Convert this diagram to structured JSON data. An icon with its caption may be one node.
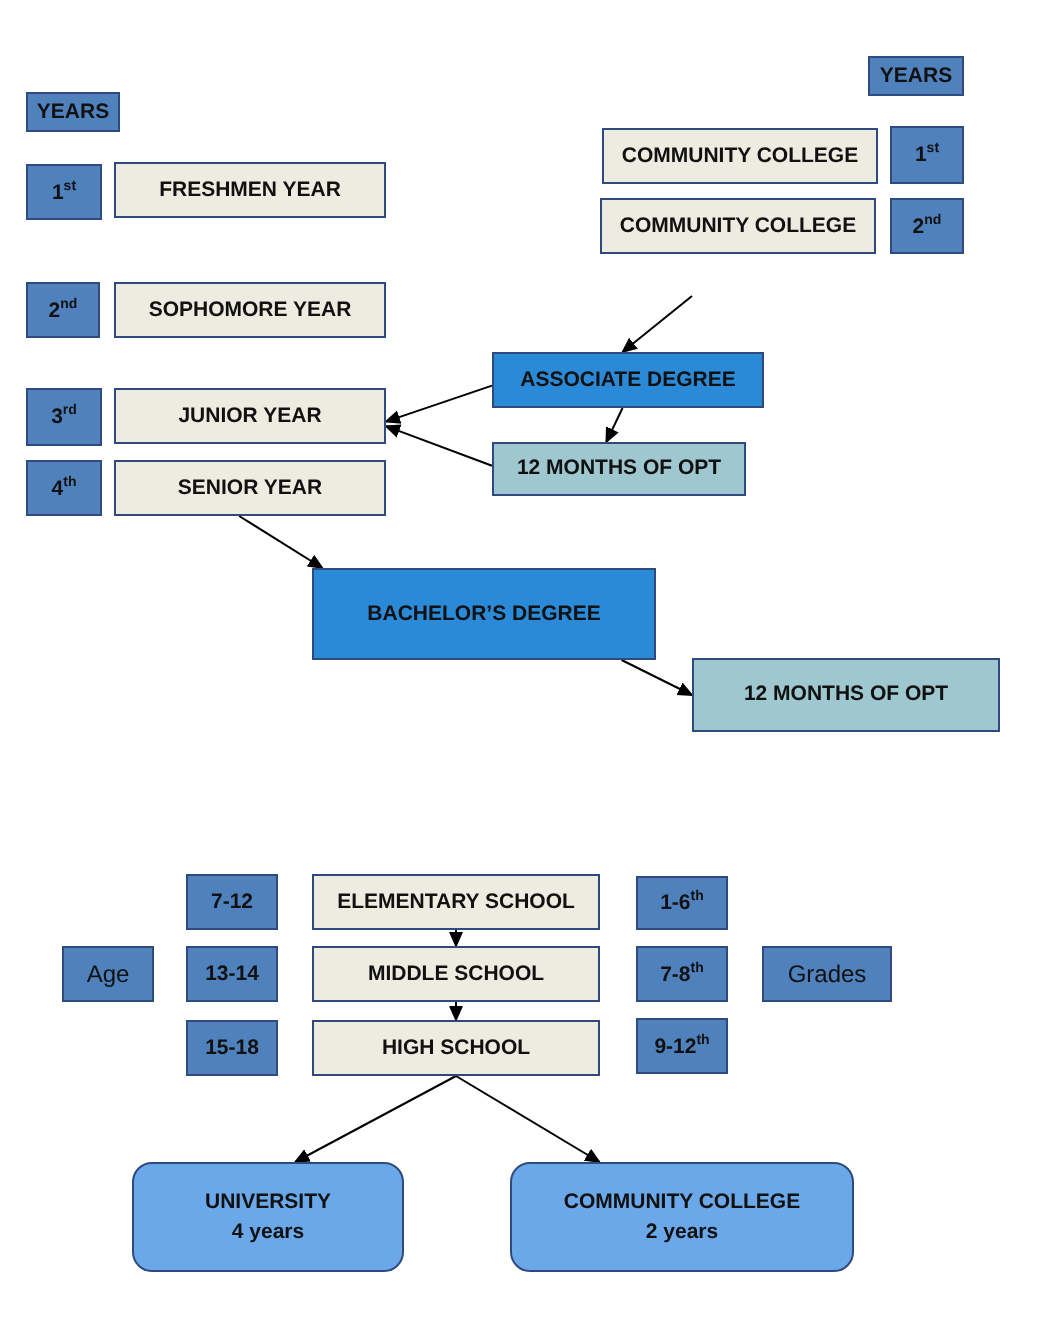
{
  "diagram": {
    "nodes": [
      {
        "text": [
          "YEARS"
        ]
      },
      {
        "text": [
          "YEARS"
        ]
      },
      {
        "text": [
          "COMMUNITY COLLEGE"
        ]
      },
      {
        "text": [
          "1$^{st}$"
        ]
      },
      {
        "text": [
          "1$^{st}$"
        ]
      },
      {
        "text": [
          "FRESHMEN YEAR"
        ]
      },
      {
        "text": [
          "COMMUNITY COLLEGE"
        ]
      },
      {
        "text": [
          "2$^{nd}$"
        ]
      },
      {
        "text": [
          "2$^{nd}$"
        ]
      },
      {
        "text": [
          "SOPHOMORE YEAR"
        ]
      },
      {
        "text": [
          "ASSOCIATE DEGREE"
        ]
      },
      {
        "text": [
          "3$^{rd}$"
        ]
      },
      {
        "text": [
          "JUNIOR YEAR"
        ]
      },
      {
        "text": [
          "12 MONTHS OF OPT"
        ]
      },
      {
        "text": [
          "4$^{th}$"
        ]
      },
      {
        "text": [
          "SENIOR YEAR"
        ]
      },
      {
        "text": [
          "BACHELOR’S DEGREE"
        ]
      },
      {
        "text": [
          "12 MONTHS OF OPT"
        ]
      },
      {
        "text": [
          "7-12"
        ]
      },
      {
        "text": [
          "ELEMENTARY SCHOOL"
        ]
      },
      {
        "text": [
          "1-6$^{th}$"
        ]
      },
      {
        "text": [
          "Age"
        ]
      },
      {
        "text": [
          "13-14"
        ]
      },
      {
        "text": [
          "MIDDLE SCHOOL"
        ]
      },
      {
        "text": [
          "7-8$^{th}$"
        ]
      },
      {
        "text": [
          "Grades"
        ]
      },
      {
        "text": [
          "15-18"
        ]
      },
      {
        "text": [
          "HIGH SCHOOL"
        ]
      },
      {
        "text": [
          "9-12$^{th}$"
        ]
      },
      {
        "text": [
          "UNIVERSITY 4 years"
        ]
      },
      {
        "text": [
          "COMMUNITY COLLEGE 2 years"
        ]
      }
    ],
    "edges": [
      {
        "from": null,
        "to": 10,
        "arrow": "to"
      },
      {
        "from": 10,
        "to": 12,
        "arrow": "to"
      },
      {
        "from": 10,
        "to": 13,
        "arrow": "to"
      },
      {
        "from": 13,
        "to": 12,
        "arrow": "to"
      },
      {
        "from": 15,
        "to": 16,
        "arrow": "to"
      },
      {
        "from": 16,
        "to": 17,
        "arrow": "to"
      },
      {
        "from": 19,
        "to": 23,
        "arrow": "to"
      },
      {
        "from": 23,
        "to": 27,
        "arrow": "to"
      },
      {
        "from": 27,
        "to": 29,
        "arrow": "to"
      },
      {
        "from": 27,
        "to": 30,
        "arrow": "to"
      }
    ]
  }
}
